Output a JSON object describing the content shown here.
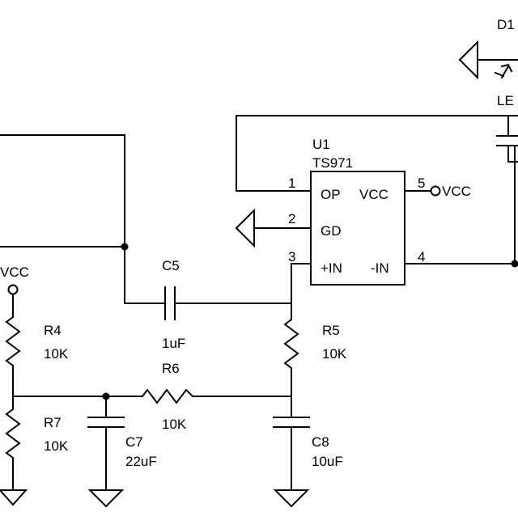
{
  "diode": {
    "ref": "D1",
    "type": "LE"
  },
  "opamp": {
    "ref": "U1",
    "part": "TS971",
    "pins": {
      "p1_num": "1",
      "p1_name": "OP",
      "p2_num": "2",
      "p2_name": "GD",
      "p3_num": "3",
      "p3_name": "+IN",
      "p4_num": "4",
      "p4_name": "-IN",
      "p5_num": "5",
      "p5_name": "VCC"
    }
  },
  "power": {
    "vcc_right": "VCC",
    "vcc_left": "VCC"
  },
  "c5": {
    "ref": "C5",
    "value": "1uF"
  },
  "c7": {
    "ref": "C7",
    "value": "22uF"
  },
  "c8": {
    "ref": "C8",
    "value": "10uF"
  },
  "r4": {
    "ref": "R4",
    "value": "10K"
  },
  "r5": {
    "ref": "R5",
    "value": "10K"
  },
  "r6": {
    "ref": "R6",
    "value": "10K"
  },
  "r7": {
    "ref": "R7",
    "value": "10K"
  }
}
